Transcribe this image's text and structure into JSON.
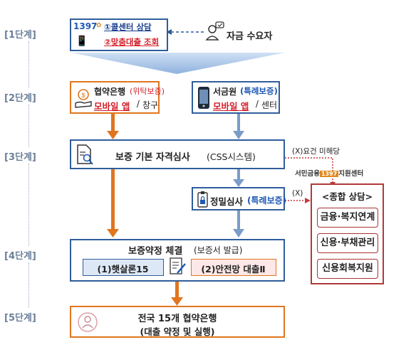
{
  "stages": [
    "[1단계]",
    "[2단계]",
    "[3단계]",
    "[4단계]",
    "[5단계]"
  ],
  "step1": {
    "logo_number": "1397",
    "line1": "①콜센터 상담",
    "line2": "②맞춤대출 조회",
    "requester": "자금 수요자"
  },
  "step2": {
    "left": {
      "title_a": "협약은행",
      "title_b": "(위탁보증)",
      "app": "모바일 앱",
      "sep": " / ",
      "channel": "창구"
    },
    "right": {
      "title_a": "서금원",
      "title_b": "(특례보증)",
      "app": "모바일 앱",
      "sep": " / ",
      "channel": "센터"
    }
  },
  "step3": {
    "main": "보증 기본 자격심사",
    "main_sub": "(CSS시스템)",
    "detail_a": "정밀심사",
    "detail_b": "(특례보증)",
    "fail_label": "(X)요건 미해당",
    "x_label": "(X)",
    "center_logo": "서민금융",
    "center_logo_num": "1397",
    "center_logo_b": "지원센터",
    "consult_title": "<종합 상담>",
    "consult_items": [
      "금융·복지연계",
      "신용·부채관리",
      "신용회복지원"
    ]
  },
  "step4": {
    "title_a": "보증약정 체결",
    "title_b": "(보증서 발급)",
    "opt1": "(1)햇살론15",
    "opt2": "(2)안전망 대출Ⅱ"
  },
  "step5": {
    "line1": "전국 15개 협약은행",
    "line2": "(대출 약정 및 실행)"
  },
  "colors": {
    "blue": "#2f5d9c",
    "orange": "#e0761f",
    "red": "#d4202a",
    "consult_border": "#b03a3a"
  }
}
